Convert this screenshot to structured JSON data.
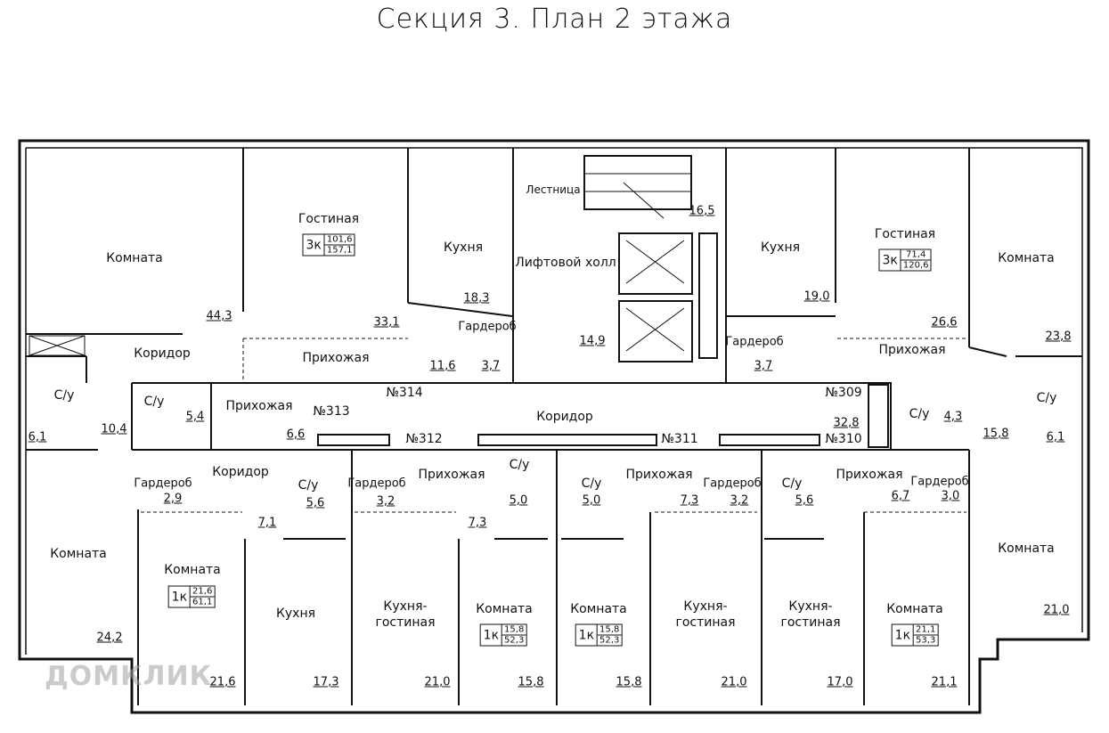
{
  "title": "Секция 3. План 2 этажа",
  "watermark": "ДОМКЛИК",
  "rooms": [
    {
      "id": "r1",
      "name": "Комната",
      "area": "44,3"
    },
    {
      "id": "r2",
      "name": "Гостиная",
      "area": "33,1"
    },
    {
      "id": "r3",
      "name": "Кухня",
      "area": "18,3"
    },
    {
      "id": "r4",
      "name": "Лестница",
      "area": "16,5"
    },
    {
      "id": "r5",
      "name": "Лифтовой холл",
      "area": "14,9"
    },
    {
      "id": "r6",
      "name": "Кухня",
      "area": "19,0"
    },
    {
      "id": "r7",
      "name": "Гостиная",
      "area": "26,6"
    },
    {
      "id": "r8",
      "name": "Комната",
      "area": "23,8"
    },
    {
      "id": "r9",
      "name": "Коридор",
      "area": "10,4"
    },
    {
      "id": "r10",
      "name": "Прихожая",
      "area": "11,6"
    },
    {
      "id": "r11",
      "name": "Гардероб",
      "area": "3,7"
    },
    {
      "id": "r12",
      "name": "Гардероб",
      "area": "3,7"
    },
    {
      "id": "r13",
      "name": "Прихожая",
      "area": "15,8"
    },
    {
      "id": "r14",
      "name": "С/у",
      "area": "6,1"
    },
    {
      "id": "r15",
      "name": "С/у",
      "area": "5,4"
    },
    {
      "id": "r16",
      "name": "Прихожая",
      "area": "6,6"
    },
    {
      "id": "r17",
      "name": "Коридор",
      "area": "32,8"
    },
    {
      "id": "r18",
      "name": "С/у",
      "area": "4,3"
    },
    {
      "id": "r19",
      "name": "С/у",
      "area": "6,1"
    },
    {
      "id": "r20",
      "name": "Гардероб",
      "area": "2,9"
    },
    {
      "id": "r21",
      "name": "Коридор",
      "area": "7,1"
    },
    {
      "id": "r22",
      "name": "С/у",
      "area": "5,6"
    },
    {
      "id": "r23",
      "name": "Гардероб",
      "area": "3,2"
    },
    {
      "id": "r24",
      "name": "Прихожая",
      "area": "7,3"
    },
    {
      "id": "r25",
      "name": "С/у",
      "area": "5,0"
    },
    {
      "id": "r26",
      "name": "С/у",
      "area": "5,0"
    },
    {
      "id": "r27",
      "name": "Прихожая",
      "area": "7,3"
    },
    {
      "id": "r28",
      "name": "Гардероб",
      "area": "3,2"
    },
    {
      "id": "r29",
      "name": "С/у",
      "area": "5,6"
    },
    {
      "id": "r30",
      "name": "Прихожая",
      "area": "6,7"
    },
    {
      "id": "r31",
      "name": "Гардероб",
      "area": "3,0"
    },
    {
      "id": "r32",
      "name": "Комната",
      "area": "24,2"
    },
    {
      "id": "r33",
      "name": "Комната",
      "area": "21,6"
    },
    {
      "id": "r34",
      "name": "Кухня",
      "area": "17,3"
    },
    {
      "id": "r35",
      "name": "Кухня-\nгостиная",
      "area": "21,0"
    },
    {
      "id": "r36",
      "name": "Комната",
      "area": "15,8"
    },
    {
      "id": "r37",
      "name": "Комната",
      "area": "15,8"
    },
    {
      "id": "r38",
      "name": "Кухня-\nгостиная",
      "area": "21,0"
    },
    {
      "id": "r39",
      "name": "Кухня-\nгостиная",
      "area": "17,0"
    },
    {
      "id": "r40",
      "name": "Комната",
      "area": "21,1"
    },
    {
      "id": "r41",
      "name": "Комната",
      "area": "21,0"
    }
  ],
  "apartments": [
    {
      "number": "№314"
    },
    {
      "number": "№313"
    },
    {
      "number": "№312"
    },
    {
      "number": "№311"
    },
    {
      "number": "№310"
    },
    {
      "number": "№309"
    }
  ],
  "badges": [
    {
      "type": "3к",
      "living": "101,6",
      "total": "157,1"
    },
    {
      "type": "3к",
      "living": "71,4",
      "total": "120,6"
    },
    {
      "type": "1к",
      "living": "21,6",
      "total": "61,1"
    },
    {
      "type": "1к",
      "living": "15,8",
      "total": "52,3"
    },
    {
      "type": "1к",
      "living": "15,8",
      "total": "52,3"
    },
    {
      "type": "1к",
      "living": "21,1",
      "total": "53,3"
    }
  ]
}
